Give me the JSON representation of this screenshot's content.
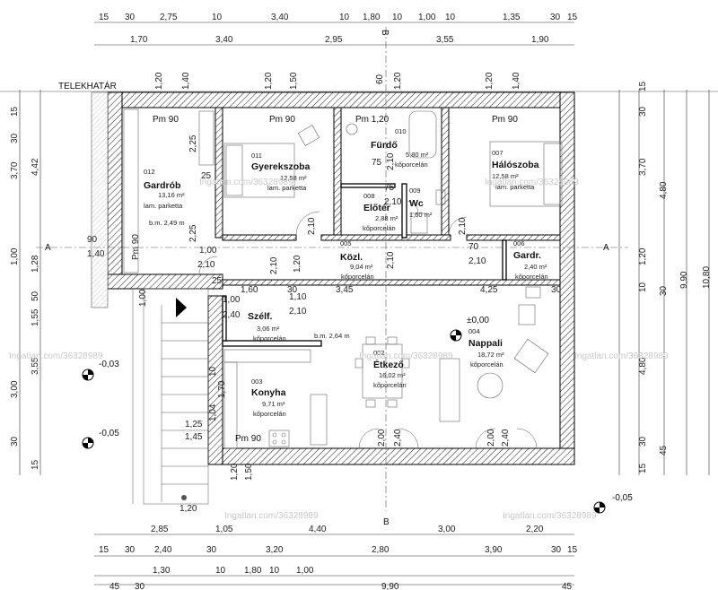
{
  "site_label": "TELEKHATÁR",
  "section_marks": {
    "a": "A",
    "b": "B"
  },
  "watermark": "Ingatlan.com/36328989",
  "rooms": [
    {
      "id": "gardrob",
      "name": "Gardrób",
      "num": "012",
      "area": "13,16 m²",
      "floor": "lam. parketta",
      "extra": "b.m. 2,49 m",
      "ceiling": "Pm 90"
    },
    {
      "id": "gyerek",
      "name": "Gyerekszoba",
      "num": "011",
      "area": "12,58 m²",
      "floor": "lam. parketta",
      "ceiling": "Pm 90"
    },
    {
      "id": "furdo",
      "name": "Fürdő",
      "num": "010",
      "area": "5,80 m²",
      "floor": "kőporcelán",
      "ceiling": "Pm 1,20"
    },
    {
      "id": "wc",
      "name": "Wc",
      "num": "009",
      "area": "1,60 m²"
    },
    {
      "id": "eloter",
      "name": "Előtér",
      "num": "008",
      "area": "2,88 m²",
      "floor": "kőporcelán"
    },
    {
      "id": "halo",
      "name": "Hálószoba",
      "num": "007",
      "area": "12,58 m²",
      "floor": "lam. parketta",
      "ceiling": "Pm 90"
    },
    {
      "id": "kozl",
      "name": "Közl.",
      "num": "005",
      "area": "9,04 m²",
      "floor": "kőporcelán"
    },
    {
      "id": "gardr",
      "name": "Gardr.",
      "num": "006",
      "area": "2,40 m²",
      "floor": "kőporcelán"
    },
    {
      "id": "szelf",
      "name": "Szélf.",
      "area": "3,06 m²",
      "floor": "kőporcelán"
    },
    {
      "id": "konyha",
      "name": "Konyha",
      "num": "003",
      "area": "9,71 m²",
      "floor": "kőporcelán",
      "ceiling": "Pm 90"
    },
    {
      "id": "etkezo",
      "name": "Étkező",
      "num": "002",
      "area": "16,02 m²",
      "floor": "kőporcelán"
    },
    {
      "id": "nappali",
      "name": "Nappali",
      "num": "004",
      "area": "18,72 m²",
      "floor": "kőporcelán"
    }
  ],
  "hall_height": "b.m. 2,64 m",
  "level_zero": "±0,00",
  "levels": [
    "-0,03",
    "-0,05",
    "-0,05"
  ],
  "dims_top1": [
    "15",
    "30",
    "2,75",
    "10",
    "3,40",
    "10",
    "1,80",
    "10",
    "1,00",
    "10",
    "1,35",
    "30",
    "15"
  ],
  "dims_top2": [
    "1,70",
    "3,40",
    "2,95",
    "3,55",
    "1,90"
  ],
  "dims_bot1": [
    "2,85",
    "1,05",
    "4,40",
    "3,00",
    "2,20"
  ],
  "dims_bot2": [
    "15",
    "30",
    "2,40",
    "30",
    "3,20",
    "2,80",
    "3,90",
    "30",
    "15"
  ],
  "dims_bot3": [
    "1,30",
    "10",
    "1,80",
    "10",
    "1,00"
  ],
  "dims_bot4": [
    "45",
    "30",
    "9,90",
    "45"
  ],
  "dims_left": [
    "15",
    "30",
    "3,70",
    "4,42",
    "1,00",
    "1,28",
    "50",
    "1,55",
    "3,55",
    "3,00",
    "15",
    "30"
  ],
  "dims_right": [
    "15",
    "30",
    "3,70",
    "4,80",
    "1,20",
    "9,90",
    "10,80",
    "10",
    "30",
    "4,80",
    "45",
    "30",
    "15"
  ],
  "interior_dims": [
    "1,20",
    "1,40",
    "1,20",
    "1,50",
    "60",
    "1,20",
    "1,20",
    "1,40",
    "2,25",
    "25",
    "2,25",
    "1,00",
    "2,10",
    "90",
    "1,40",
    "Pm 90",
    "2,10",
    "75",
    "2,10",
    "2,10",
    "75",
    "2,10",
    "70",
    "2,10",
    "2,10",
    "1,20",
    "2,10",
    "1,00",
    "1,60",
    "30",
    "1,10",
    "3,45",
    "4,25",
    "30",
    "2,40",
    "2,10",
    "10",
    "1,70",
    "1,04",
    "1,45",
    "2,00",
    "2,40",
    "2,00",
    "2,40",
    "1,20",
    "1,50",
    "1,20",
    "1,00",
    "25",
    "1,25"
  ]
}
